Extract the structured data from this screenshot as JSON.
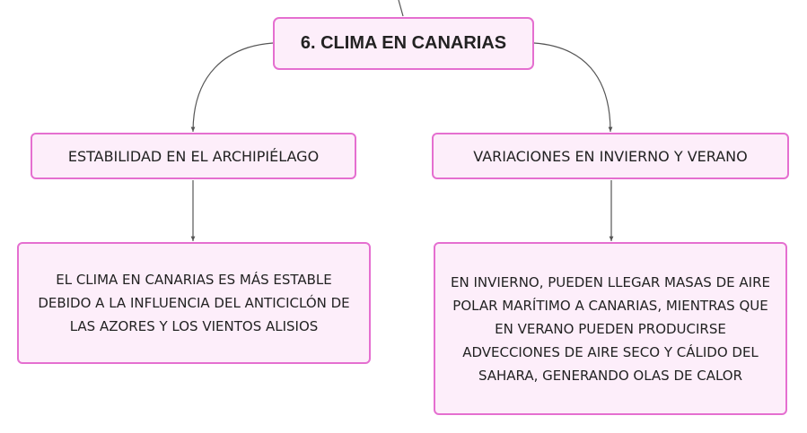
{
  "diagram": {
    "root": {
      "label": "6. CLIMA EN CANARIAS"
    },
    "branches": [
      {
        "heading": "ESTABILIDAD EN EL ARCHIPIÉLAGO",
        "detail": "EL CLIMA EN CANARIAS ES MÁS ESTABLE DEBIDO A LA INFLUENCIA DEL ANTICICLÓN DE LAS AZORES Y LOS VIENTOS ALISIOS"
      },
      {
        "heading": "VARIACIONES EN INVIERNO Y VERANO",
        "detail": "EN INVIERNO, PUEDEN LLEGAR MASAS DE AIRE POLAR MARÍTIMO A CANARIAS, MIENTRAS QUE EN VERANO PUEDEN PRODUCIRSE ADVECCIONES DE AIRE SECO Y CÁLIDO DEL SAHARA, GENERANDO OLAS DE CALOR"
      }
    ],
    "colors": {
      "node_fill": "#fdeefa",
      "node_border": "#e56fd0",
      "connector": "#555555",
      "text": "#222222"
    }
  }
}
